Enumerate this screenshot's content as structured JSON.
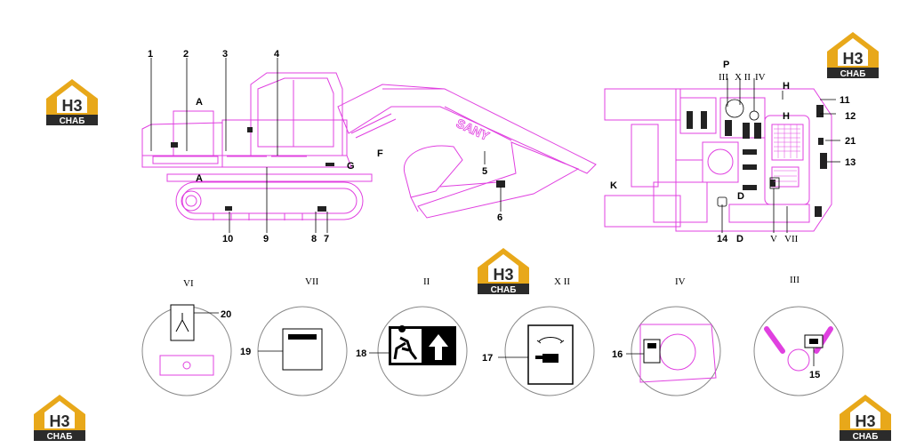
{
  "diagram": {
    "callouts": {
      "c1": "1",
      "c2": "2",
      "c3": "3",
      "c4": "4",
      "c5": "5",
      "c6": "6",
      "c7": "7",
      "c8": "8",
      "c9": "9",
      "c10": "10",
      "c11": "11",
      "c12": "12",
      "c13": "13",
      "c14": "14",
      "c15": "15",
      "c16": "16",
      "c17": "17",
      "c18": "18",
      "c19": "19",
      "c20": "20",
      "c21": "21"
    },
    "letters": {
      "A_top": "A",
      "A_bottom": "A",
      "F": "F",
      "G": "G",
      "K": "K",
      "P": "P",
      "H_top": "H",
      "H_inner": "H",
      "D_inner": "D",
      "D_bottom": "D"
    },
    "top_view_romans": {
      "r3": "III",
      "r12": "X II",
      "r4": "IV",
      "r5": "V",
      "r7": "VII"
    },
    "detail_headers": {
      "h6": "VI",
      "h7": "VII",
      "h2": "II",
      "h12": "X II",
      "h4": "IV",
      "h3": "III"
    },
    "brand_on_boom": "SANY",
    "logo": {
      "line1": "H3",
      "line2": "СНАБ",
      "color_gold": "#e8a81a",
      "color_dark": "#2b2b2b"
    },
    "line_color": "#e040e0"
  }
}
